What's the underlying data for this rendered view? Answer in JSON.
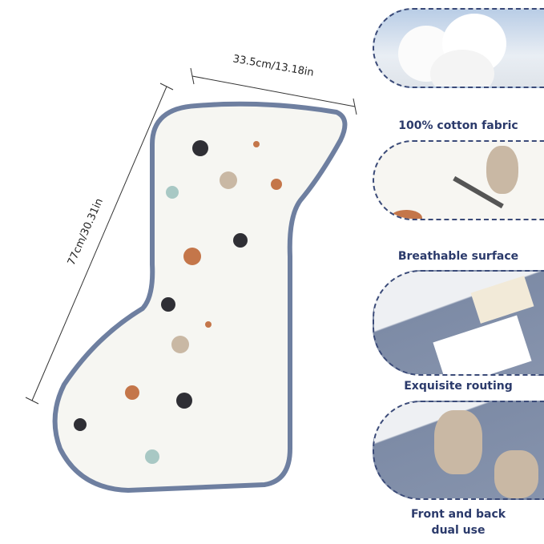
{
  "dimensions": {
    "width_label": "33.5cm/13.18in",
    "length_label": "77cm/30.31in"
  },
  "features": [
    {
      "label": "100% cotton fabric",
      "image": "cotton-bolls"
    },
    {
      "label": "Breathable surface",
      "image": "print-fabric-closeup"
    },
    {
      "label": "Exquisite routing",
      "image": "care-label-seam"
    },
    {
      "label": "Front and back dual use",
      "label_line1": "Front and back",
      "label_line2": "dual use",
      "image": "reverse-side-grey"
    }
  ],
  "colors": {
    "accent": "#2b3a6b",
    "edge": "#6e7fa0",
    "fabric": "#f6f6f2",
    "reverse": "#7d8ba6"
  }
}
